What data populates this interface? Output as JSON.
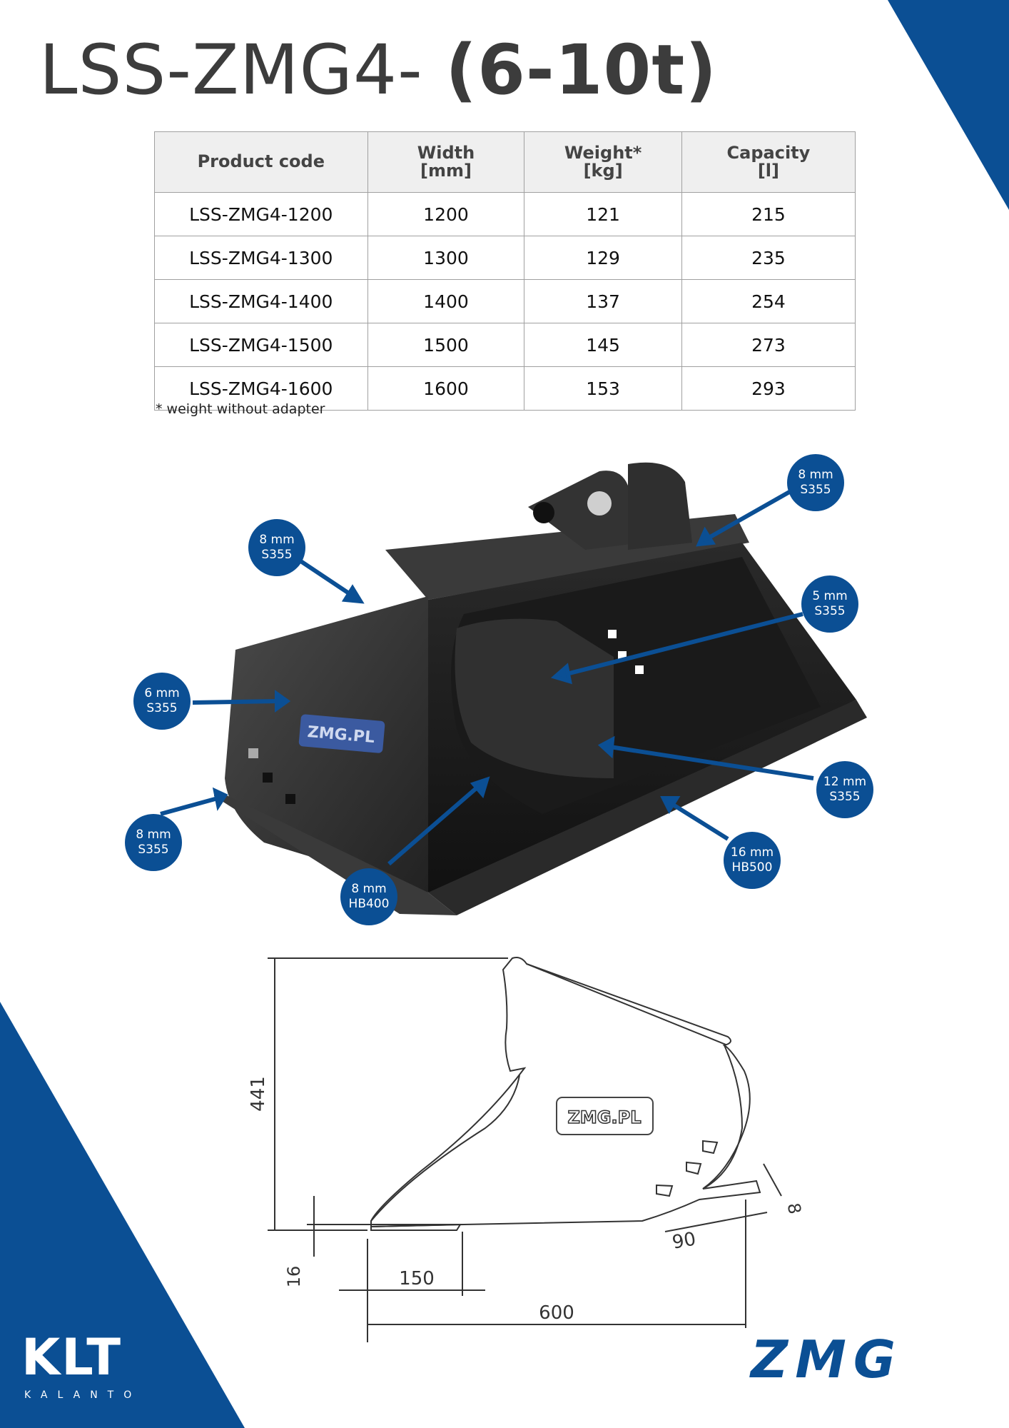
{
  "header": {
    "title_main": "LSS-ZMG4- ",
    "title_bold": "(6-10t)"
  },
  "table": {
    "headers": [
      {
        "line1": "Product code",
        "line2": ""
      },
      {
        "line1": "Width",
        "line2": "[mm]"
      },
      {
        "line1": "Weight*",
        "line2": "[kg]"
      },
      {
        "line1": "Capacity",
        "line2": "[l]"
      }
    ],
    "rows": [
      [
        "LSS-ZMG4-1200",
        "1200",
        "121",
        "215"
      ],
      [
        "LSS-ZMG4-1300",
        "1300",
        "129",
        "235"
      ],
      [
        "LSS-ZMG4-1400",
        "1400",
        "137",
        "254"
      ],
      [
        "LSS-ZMG4-1500",
        "1500",
        "145",
        "273"
      ],
      [
        "LSS-ZMG4-1600",
        "1600",
        "153",
        "293"
      ]
    ],
    "footnote": "* weight without adapter"
  },
  "callouts": [
    {
      "thickness": "8 mm",
      "material": "S355"
    },
    {
      "thickness": "5 mm",
      "material": "S355"
    },
    {
      "thickness": "8 mm",
      "material": "S355"
    },
    {
      "thickness": "6 mm",
      "material": "S355"
    },
    {
      "thickness": "12 mm",
      "material": "S355"
    },
    {
      "thickness": "8 mm",
      "material": "S355"
    },
    {
      "thickness": "16 mm",
      "material": "HB500"
    },
    {
      "thickness": "8 mm",
      "material": "HB400"
    }
  ],
  "product_logo": "ZMG.PL",
  "drawing": {
    "dim_height": "441",
    "dim_16": "16",
    "dim_150": "150",
    "dim_600": "600",
    "dim_90": "90",
    "dim_8": "8"
  },
  "footer": {
    "klt_logo": "KLT",
    "klt_sub": "KALANTO",
    "zmg_logo": "ZMG"
  },
  "colors": {
    "brand_blue": "#0b4f94",
    "title_gray": "#3c3c3c"
  }
}
